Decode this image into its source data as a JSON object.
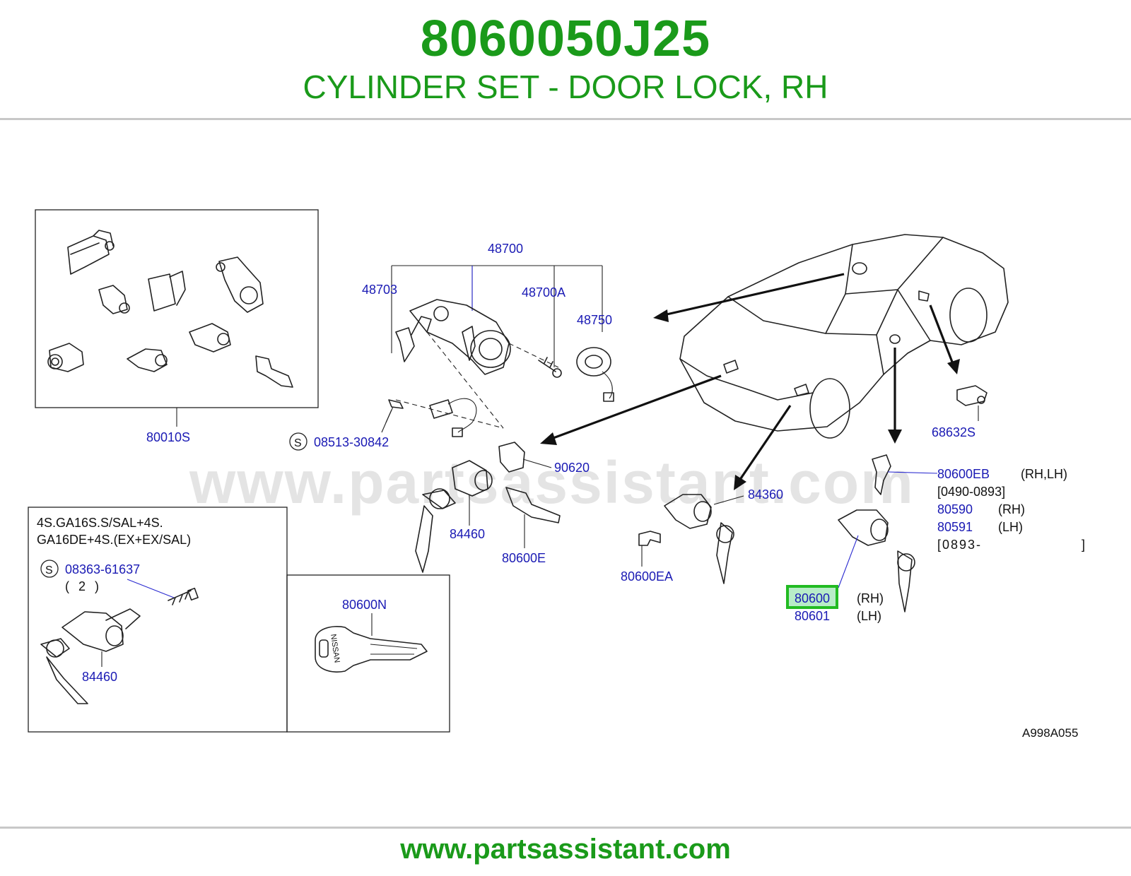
{
  "header": {
    "part_number": "8060050J25",
    "part_name": "CYLINDER SET - DOOR LOCK, RH"
  },
  "footer": {
    "url": "www.partsassistant.com"
  },
  "watermark": "www.partsassistant.com",
  "diagram_code": "A998A055",
  "colors": {
    "brand_green": "#1a9a1a",
    "label_blue": "#1a1ab4",
    "highlight": "#22bb22"
  },
  "labels": {
    "p80010S": "80010S",
    "p48700": "48700",
    "p48703": "48703",
    "p48700A": "48700A",
    "p48750": "48750",
    "s_mark": "S",
    "p08513": "08513-30842",
    "p90620": "90620",
    "p84460a": "84460",
    "p80600E": "80600E",
    "p84360": "84360",
    "p80600EA": "80600EA",
    "p68632S": "68632S",
    "p80600EB": "80600EB",
    "eb_side": "(RH,LH)",
    "eb_range": "[0490-0893]",
    "p80590": "80590",
    "rh1": "(RH)",
    "p80591": "80591",
    "lh1": "(LH)",
    "range2_open": "[0893-",
    "range2_close": "]",
    "p80600": "80600",
    "rh2": "(RH)",
    "p80601": "80601",
    "lh2": "(LH)",
    "variant_line1": "4S.GA16S.S/SAL+4S.",
    "variant_line2": "GA16DE+4S.(EX+EX/SAL)",
    "p08363": "08363-61637",
    "qty": "( 2 )",
    "p84460b": "84460",
    "p80600N": "80600N",
    "key_brand": "NISSAN"
  }
}
